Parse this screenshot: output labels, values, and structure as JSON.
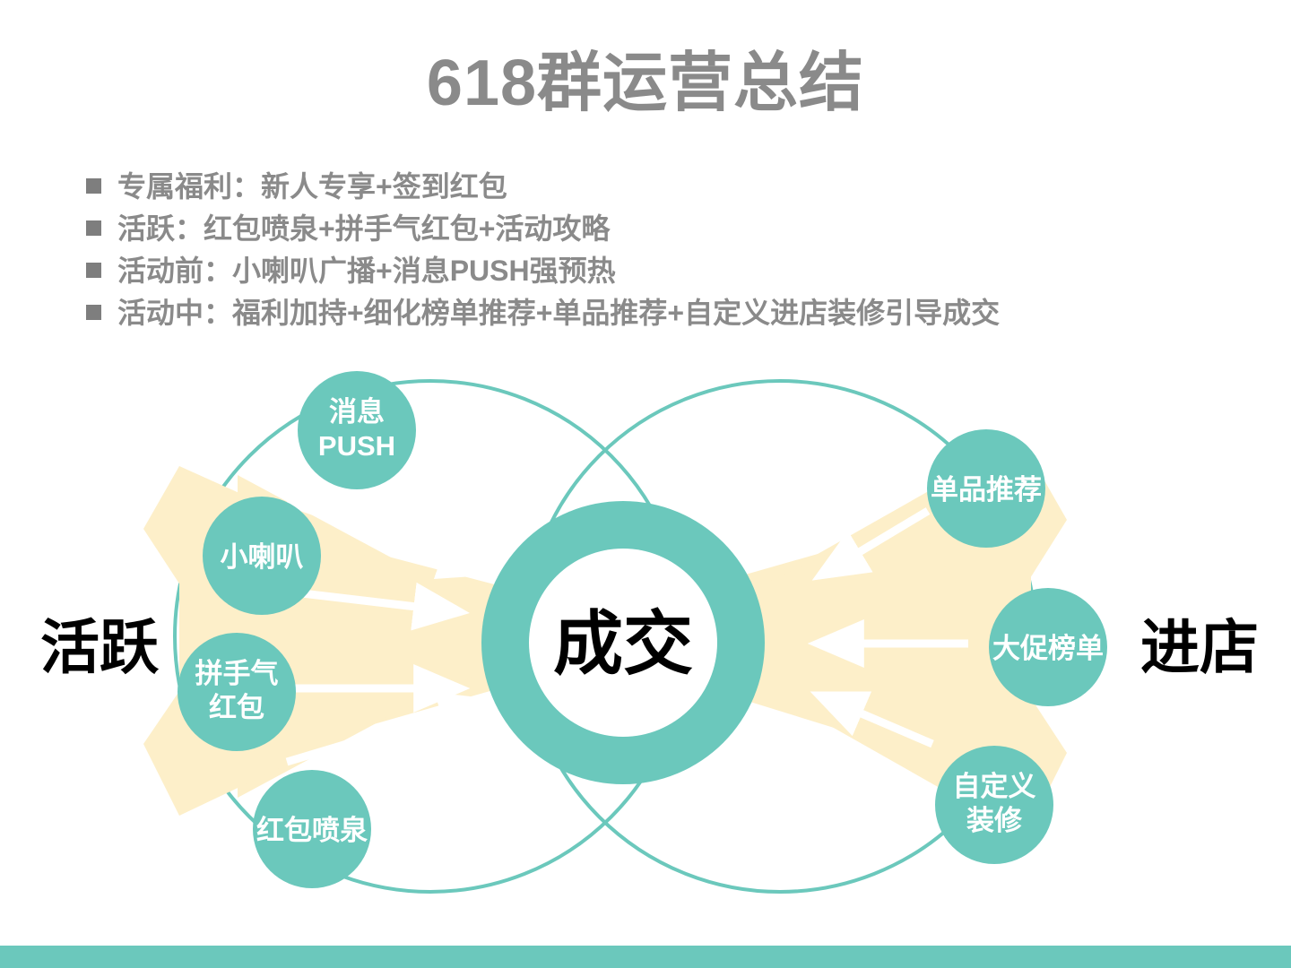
{
  "slide": {
    "title": "618群运营总结",
    "background_color": "#ffffff"
  },
  "bullets": [
    {
      "text": "专属福利：新人专享+签到红包"
    },
    {
      "text": "活跃：红包喷泉+拼手气红包+活动攻略"
    },
    {
      "text": "活动前：小喇叭广播+消息PUSH强预热"
    },
    {
      "text": "活动中：福利加持+细化榜单推荐+单品推荐+自定义进店装修引导成交"
    }
  ],
  "diagram": {
    "center": {
      "label": "成交"
    },
    "left_group_label": "活跃",
    "right_group_label": "进店",
    "left_nodes": [
      {
        "line1": "消息",
        "line2": "PUSH"
      },
      {
        "line1": "小喇叭",
        "line2": ""
      },
      {
        "line1": "拼手气",
        "line2": "红包"
      },
      {
        "line1": "红包喷泉",
        "line2": ""
      }
    ],
    "right_nodes": [
      {
        "line1": "单品推荐",
        "line2": ""
      },
      {
        "line1": "大促榜单",
        "line2": ""
      },
      {
        "line1": "自定义",
        "line2": "装修"
      }
    ],
    "arrow_count_left": 4,
    "arrow_count_right": 3
  },
  "colors": {
    "teal": "#6bc8bc",
    "cream": "#fdefc9",
    "title_gray": "#8a8a8a",
    "bullet_gray": "#7e7e7e",
    "white": "#ffffff",
    "black": "#000000"
  }
}
